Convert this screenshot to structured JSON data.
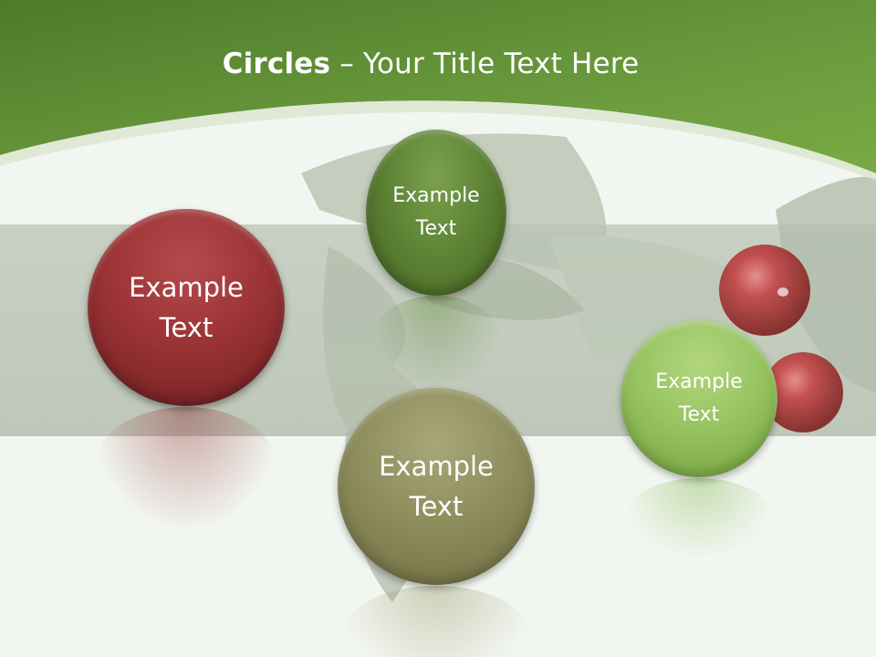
{
  "slide": {
    "title_bold": "Circles",
    "title_rest": " – Your Title Text Here",
    "circles": [
      {
        "line1": "Example",
        "line2": "Text",
        "color": "#9c3436"
      },
      {
        "line1": "Example",
        "line2": "Text",
        "color": "#5f8536"
      },
      {
        "line1": "Example",
        "line2": "Text",
        "color": "#8f8e5d"
      },
      {
        "line1": "Example",
        "line2": "Text",
        "color": "#98c462"
      }
    ]
  },
  "colors": {
    "header_green": "#6a9a3d",
    "header_dark": "#4f7a2a",
    "background": "#f2f6f1",
    "ribbon": "#c9d2c4",
    "berry": "#b53a3a"
  },
  "icons": [
    "ribbon-graphic",
    "holly-leaf-graphic",
    "berry-graphic"
  ]
}
